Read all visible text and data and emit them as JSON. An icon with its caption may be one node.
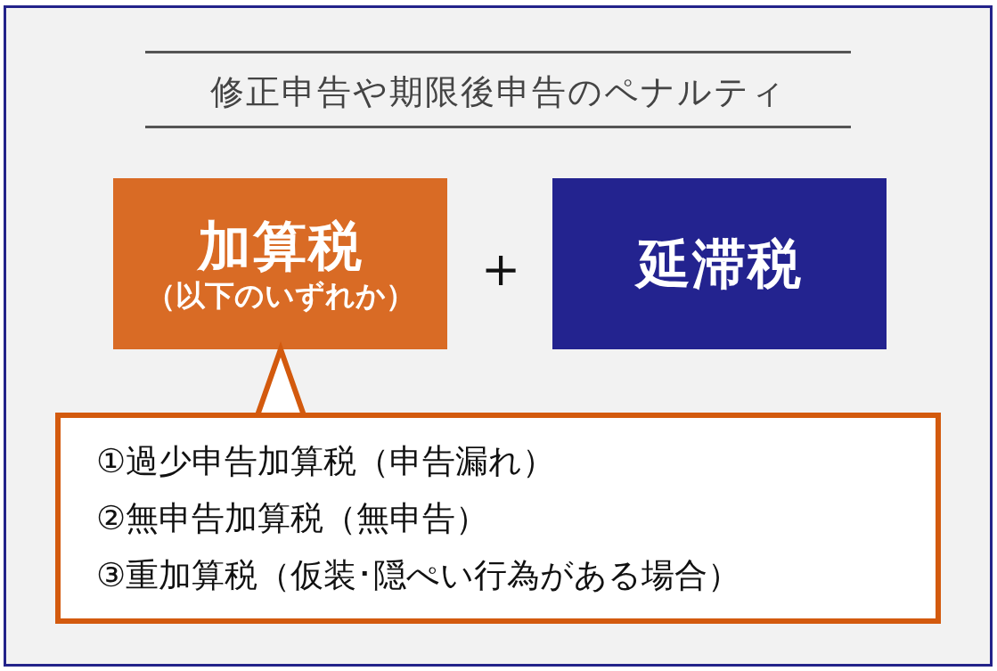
{
  "diagram": {
    "title": "修正申告や期限後申告のペナルティ",
    "nodes": [
      {
        "text": [
          "加算税",
          "（以下のいずれか）"
        ]
      },
      {
        "text": [
          "延滞税"
        ]
      },
      {
        "text": [
          "①過少申告加算税（申告漏れ）",
          "②無申告加算税（無申告）",
          "③重加算税（仮装･隠ぺい行為がある場合）"
        ]
      }
    ],
    "edges": [
      {
        "from": 2,
        "to": 0,
        "arrow": "to"
      }
    ],
    "labels": [
      "＋"
    ]
  }
}
